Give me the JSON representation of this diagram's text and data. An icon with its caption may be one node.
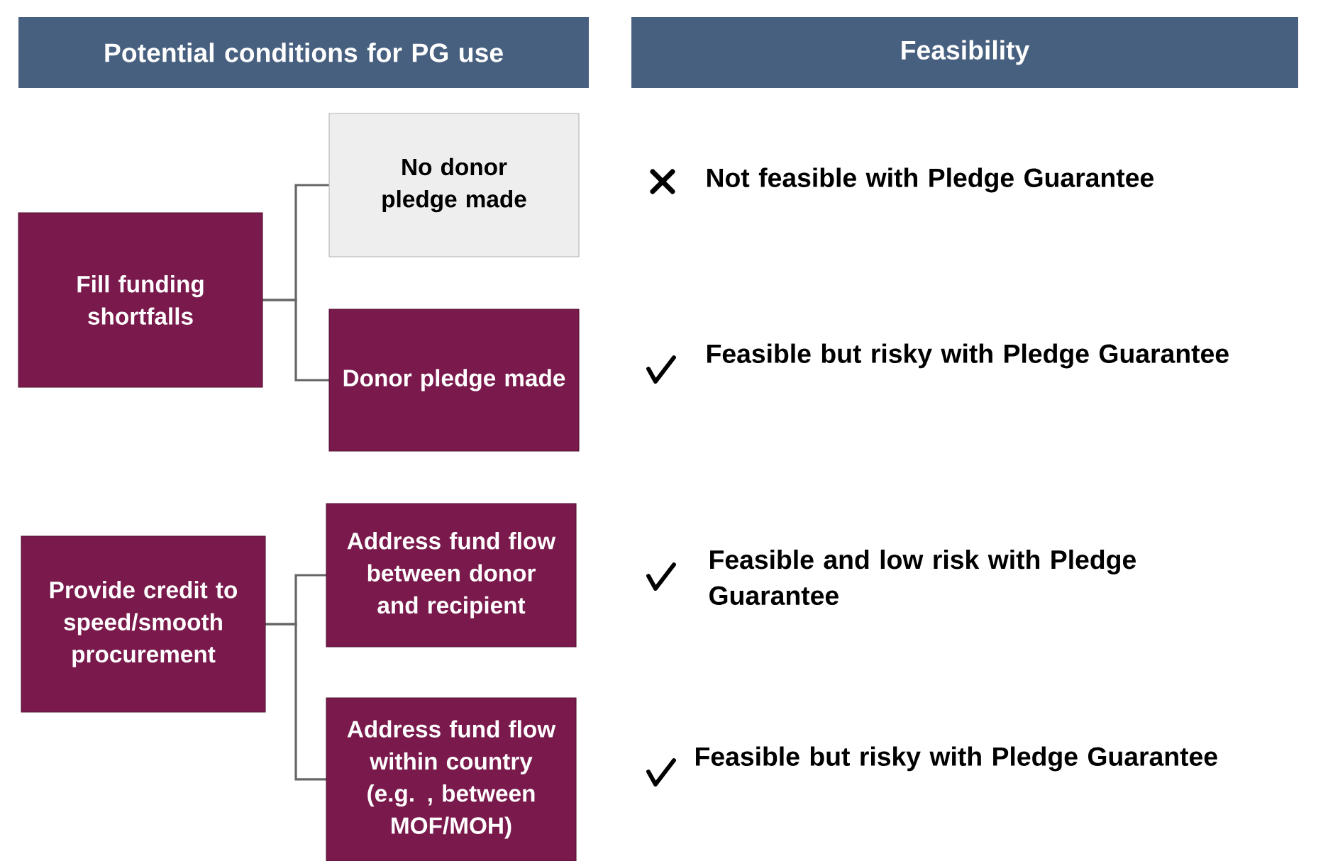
{
  "diagram": {
    "nodes": [
      {
        "text": [
          "Potential conditions for PG use"
        ]
      },
      {
        "text": [
          "Feasibility"
        ]
      },
      {
        "text": [
          "Fill funding shortfalls"
        ]
      },
      {
        "text": [
          "No donor pledge made"
        ]
      },
      {
        "text": [
          "Donor pledge made"
        ]
      },
      {
        "text": [
          "Provide credit to speed/smooth procurement"
        ]
      },
      {
        "text": [
          "Address fund flow between donor and recipient"
        ]
      },
      {
        "text": [
          "Address fund flow within country (e.g. , between MOF/MOH)"
        ]
      }
    ],
    "edges": [
      {
        "from": 2,
        "to": 3,
        "arrow": "none"
      },
      {
        "from": 2,
        "to": 4,
        "arrow": "none"
      },
      {
        "from": 5,
        "to": 6,
        "arrow": "none"
      },
      {
        "from": 5,
        "to": 7,
        "arrow": "none"
      }
    ],
    "labels": [
      "Not feasible with Pledge Guarantee",
      "Feasible but risky with Pledge Guarantee",
      "Feasible and low risk with Pledge Guarantee",
      "Feasible but risky with Pledge Guarantee"
    ]
  }
}
